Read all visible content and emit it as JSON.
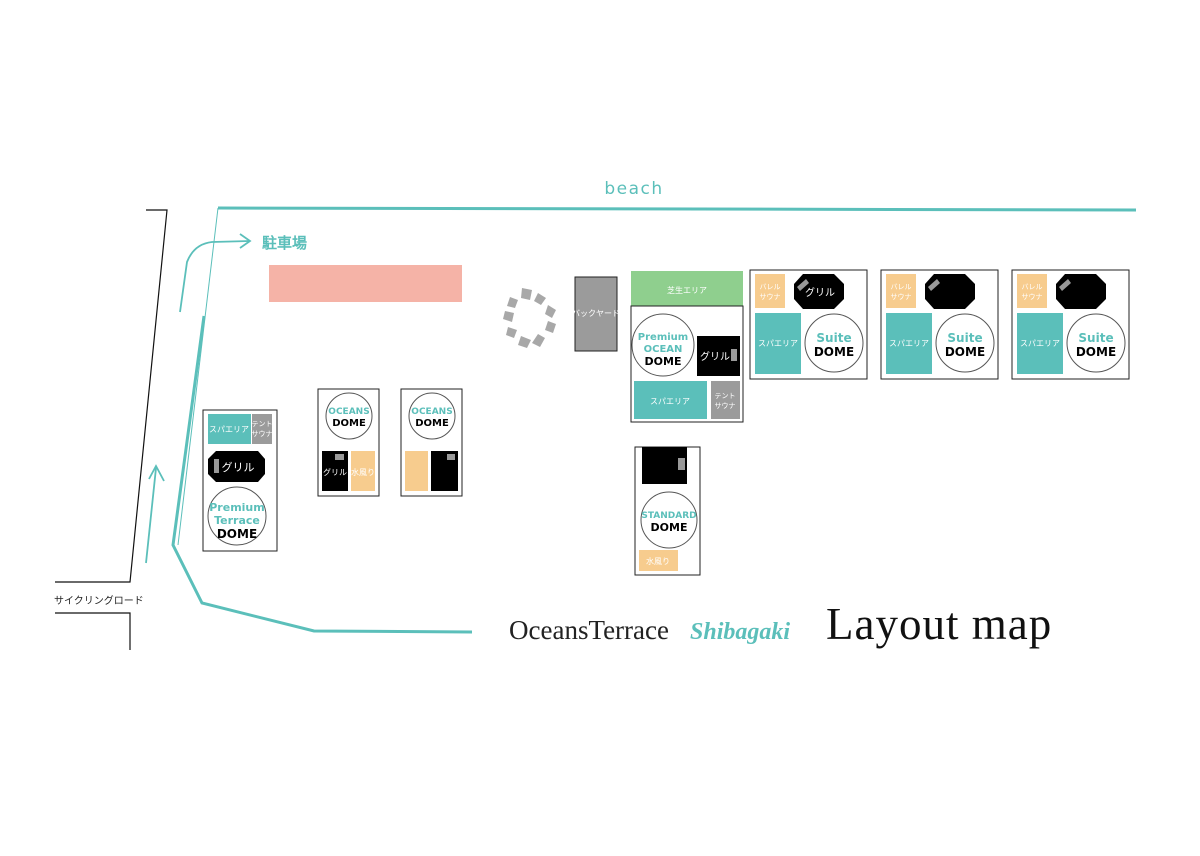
{
  "labels": {
    "beach": "beach",
    "parking": "駐車場",
    "cycling_road": "サイクリングロード",
    "backyard": "バックヤード",
    "lawn": "芝生エリア"
  },
  "facilities": {
    "spa": "スパエリア",
    "tent_sauna_line1": "テント",
    "tent_sauna_line2": "サウナ",
    "barrel_sauna_line1": "バレル",
    "barrel_sauna_line2": "サウナ",
    "grill": "グリル",
    "water_play": "水風り"
  },
  "domes": {
    "premium_terrace": {
      "l1": "Premium",
      "l2": "Terrace",
      "l3": "DOME"
    },
    "oceans": {
      "l1": "OCEANS",
      "l2": "DOME"
    },
    "premium_ocean": {
      "l1": "Premium",
      "l2": "OCEAN",
      "l3": "DOME"
    },
    "suite": {
      "l1": "Suite",
      "l2": "DOME"
    },
    "standard": {
      "l1": "STANDARD",
      "l2": "DOME"
    }
  },
  "title": {
    "part1": "OceansTerrace",
    "part2": "Shibagaki",
    "part3": "Layout map"
  },
  "colors": {
    "teal": "#5bbfba",
    "salmon": "#f5b3a7",
    "peach": "#f7cc8e",
    "green": "#8fcf8e",
    "gray": "#9b9b9b",
    "black": "#000000"
  }
}
